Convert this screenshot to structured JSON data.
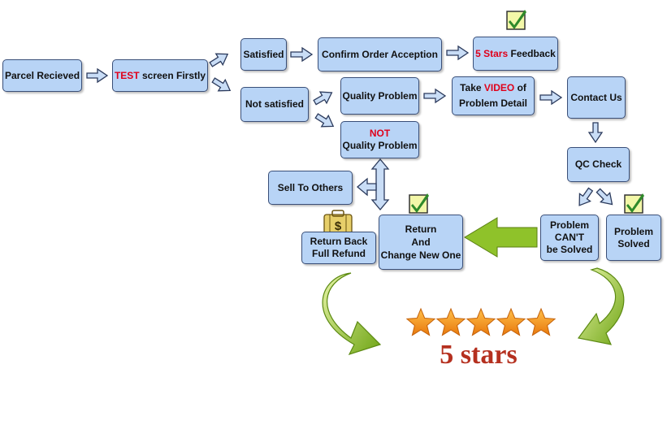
{
  "nodes": {
    "parcel_received": "Parcel Recieved",
    "test_screen": {
      "highlight": "TEST",
      "rest": " screen Firstly"
    },
    "satisfied": "Satisfied",
    "not_satisfied": "Not satisfied",
    "confirm_order": "Confirm Order Acception",
    "five_stars_feedback": {
      "highlight": "5 Stars",
      "rest": " Feedback"
    },
    "quality_problem": "Quality Problem",
    "not_quality_problem": {
      "line1": "NOT",
      "line2": "Quality Problem"
    },
    "take_video": {
      "pre": "Take ",
      "highlight": "VIDEO",
      "post": " of",
      "line2": "Problem Detail"
    },
    "contact_us": "Contact Us",
    "qc_check": "QC Check",
    "sell_to_others": "Sell To Others",
    "problem_cant_solved": {
      "line1": "Problem",
      "line2": "CAN'T",
      "line3": "be Solved"
    },
    "problem_solved": {
      "line1": "Problem",
      "line2": "Solved"
    },
    "return_change": {
      "line1": "Return",
      "line2": "And",
      "line3": "Change New One"
    },
    "return_back": {
      "line1": "Return Back",
      "line2": "Full Refund"
    }
  },
  "rating": {
    "stars": 5,
    "label": "5 stars"
  },
  "colors": {
    "box_fill": "#b8d4f6",
    "box_border": "#3a4f78",
    "highlight_red": "#e0001a",
    "star_orange": "#f39a1e",
    "curved_arrow_green": "#8fc22a",
    "label_red": "#b5301f"
  },
  "icons": [
    "checkmark-icon",
    "money-bag-icon",
    "star-icon",
    "curved-arrow-icon"
  ]
}
